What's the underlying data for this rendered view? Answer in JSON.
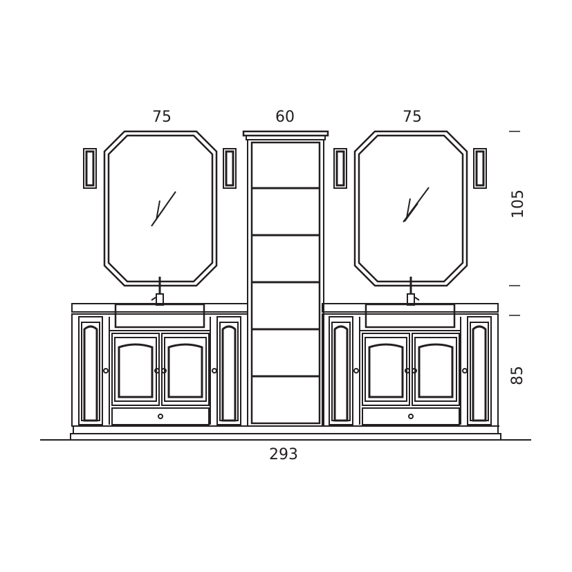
{
  "dimensions": {
    "mirror_left_width": "75",
    "tower_width": "60",
    "mirror_right_width": "75",
    "mirror_height": "105",
    "cabinet_height": "85",
    "total_width": "293"
  },
  "colors": {
    "stroke": "#231f20",
    "fill": "#ffffff"
  }
}
